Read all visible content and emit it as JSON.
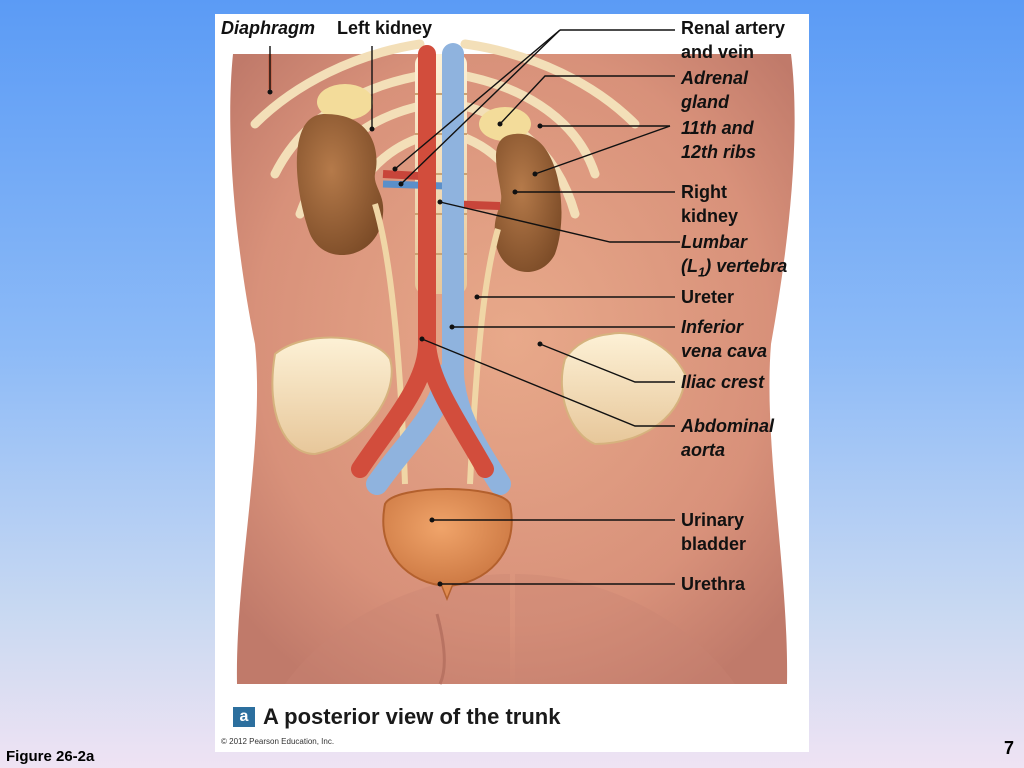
{
  "labels": {
    "diaphragm": "Diaphragm",
    "left_kidney": "Left kidney",
    "renal_artery_vein": "Renal artery\nand vein",
    "adrenal_gland": "Adrenal\ngland",
    "ribs": "11th and\n12th ribs",
    "right_kidney": "Right\nkidney",
    "lumbar_vertebra_prefix": "Lumbar\n(L",
    "lumbar_vertebra_sub": "1",
    "lumbar_vertebra_suffix": ") vertebra",
    "ureter": "Ureter",
    "inferior_vena_cava": "Inferior\nvena cava",
    "iliac_crest": "Iliac crest",
    "abdominal_aorta": "Abdominal\naorta",
    "urinary_bladder": "Urinary\nbladder",
    "urethra": "Urethra"
  },
  "caption": {
    "badge": "a",
    "text": "A posterior view of the trunk"
  },
  "copyright": "© 2012 Pearson Education, Inc.",
  "figure_ref": "Figure 26-2a",
  "slide_number": "7"
}
